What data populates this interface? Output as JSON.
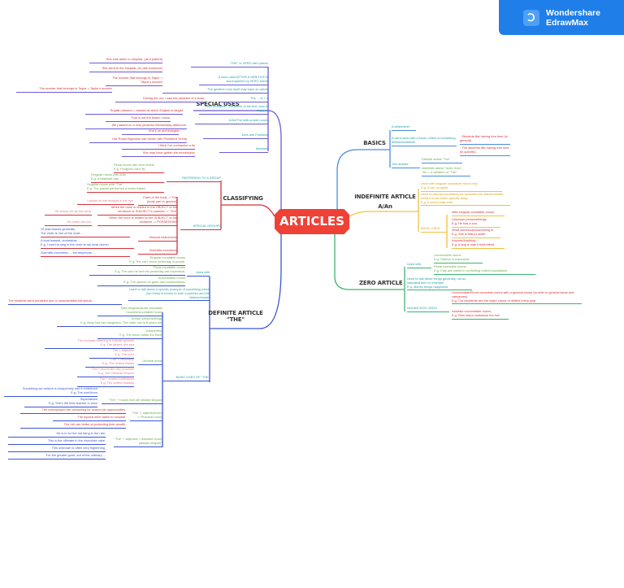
{
  "brand": {
    "line1": "Wondershare",
    "line2": "EdrawMax",
    "icon": "edrawmax-logo"
  },
  "center": "ARTICLES",
  "colors": {
    "center": "#ef4136",
    "special_uses": "#6a5bd6",
    "classifying": "#d8323b",
    "definite": "#3b55d6",
    "basics": "#4a8de0",
    "indefinite": "#f0c040",
    "zero": "#3cb371",
    "topic_text": "#25a3a3"
  },
  "special_uses": {
    "title": "SPECIAL USES",
    "topics": [
      {
        "label": "\"THE\" or ZERO with places",
        "examples": [
          "She was taken to hospital. (as a patient)",
          "She went to the hospital. (to visit someone)"
        ]
      },
      {
        "label": "A noun used AFTER A GENITIVE is accompanied by ZERO article",
        "examples": [
          "The scooter that belongs to Taylor = Taylor's scooter"
        ]
      },
      {
        "label": "The genitive noun itself may have an article",
        "examples": [
          "The scooter that belongs to Taylor = Taylor's scooter"
        ]
      },
      {
        "label": "The ... of + a",
        "examples": [
          "Driving the car, I saw the skeleton of a body."
        ]
      },
      {
        "label": "Noun modifiers: The article of the first noun is dropped",
        "examples": [
          "English classes = classes at which English is taught"
        ]
      },
      {
        "label": "A/An/The with proper nouns",
        "examples": [
          "That is not the Adam I know.",
          "We passed on a very peaceful Wednesday afternoon."
        ]
      },
      {
        "label": "Jobs and Positions",
        "examples": [
          "She's an archeologist",
          "Her Royal Highness had dinner with President Trump"
        ]
      },
      {
        "label": "Illnesses",
        "examples": [
          "I think I've contracted a flu",
          "She may have gotten the monkeypox"
        ]
      }
    ]
  },
  "classifying": {
    "title": "CLASSIFYING",
    "referring": {
      "label": "REFERRING TO A GROUP",
      "examples": [
        "Plural nouns with zero article\nE.g. Penguins can't fly.",
        "Singular nouns with A/An\nE.g. A baseball cuts... ",
        "Singular nouns with \"The\"\nE.g. The pianist performed a lovely ballad."
      ]
    },
    "special": {
      "label": "SPECIAL GROUPS",
      "items": [
        {
          "label": "Parts of the body -> The (body part in general)",
          "example": "I looked at him straight in the eye."
        },
        {
          "label": "When the noun is related to the OBJECT of the sentence or SUBJECT in passive -> \"The\"",
          "example": "He shook me by the hand."
        },
        {
          "label": "When the noun is related to the SUBJECT of the sentence -> POSSESSIVE",
          "example": "He broke his foot."
        },
        {
          "label": "Musical instruments",
          "examples": [
            "Of instruments generally\nThe violin is one of the most ...",
            "A bout bassist, orchestras ...\nE.g. I used to sing in the choir at my local church"
          ]
        },
        {
          "label": "Scientific inventions",
          "example": "Scientific inventions ... the telephone ..."
        }
      ]
    }
  },
  "definite": {
    "title": "DEFINITE ARTICLE",
    "subtitle": "\"THE\"",
    "used_with": {
      "label": "Used with",
      "examples": [
        "Singular countable nouns\nE.g. The car I drove yesterday is purple.",
        "Plural countable nouns\nE.g. The cars he lent me yesterday are expensive.",
        "Uncountable nouns\nE.g. The speech he gave was extraordinary."
      ]
    },
    "specific": {
      "label": "Used to talk about a specific example of something which (we think) is known to both ourselves and the listener/reader",
      "example": "The students were punished due to unacceptable behaviors."
    },
    "basic_uses": {
      "label": "BASIC USES OF \"THE\"",
      "items": [
        "With singular/plural countable nouns/uncountable nouns",
        "Known persons/things\nE.g. Mary has two daughters. The older one is 8 years old.",
        "Uniqueness\nE.g. The Moon orbits the Earth"
      ],
      "general_areas": {
        "label": "General areas",
        "examples": [
          "The contrast referring to natural spheres\nE.g. The desert, the sea",
          "The + adjective\nE.g. The poor",
          "The + nationality\nE.g. The United States",
          "The + nouns like city, province\nE.g. The Ottoman Empire",
          "The + shared institutions\nE.g. The United Nations"
        ]
      },
      "always_singular": {
        "label": "\"The\" + nouns that are always singular",
        "examples": [
          "Something we believe is unique/only one in existence\nE.g. The sun/Moon",
          "Superlatives\nE.g. She's the best teacher in town"
        ]
      },
      "personal": {
        "label": "\"The\" + adjective/verb = Personal nouns",
        "examples": [
          "The unemployed are competing for scarce job opportunities.",
          "The injured were taken to hospital.",
          "The rich are better at protecting their wealth."
        ]
      },
      "abstract": {
        "label": "\"The\" + adjective = Abstract nouns (always singular)",
        "examples": [
          "He is in for the old living in the rain.",
          "This is the ultimate in the chocolate cake.",
          "This unknown is often very frightening.",
          "For the greater good, out of the ordinary ..."
        ]
      }
    }
  },
  "basics": {
    "title": "BASICS",
    "items": [
      {
        "label": "A determiner"
      },
      {
        "label": "A word used with a Noun, refers to something definite/indefinite",
        "examples": [
          "- Students like having free time (in general)",
          "- The students like having free time (in specific)"
        ]
      },
      {
        "label": "Two articles",
        "examples": [
          "Definite article \"The\"",
          "Indefinite article \"A/An, then\"\n\"An = a variation of \"The\""
        ]
      }
    ]
  },
  "indefinite": {
    "title": "INDEFINITE ARTICLE",
    "subtitle": "A/An",
    "items": [
      "Used with singular countable nouns only\nE.g. A cat, an apple",
      "Used to discuss something we assumed the listener/reader doesn't know which specific thing\nE.g. A school was built"
    ],
    "basic_uses": {
      "label": "BASIC USES",
      "examples": [
        "With singular countable nouns",
        "Unknown persons/things\nE.g. He has a son",
        "What somebody/something is\nE.g. She is Mary's sister",
        "Anyone/Anything\nE.g. A dog is man's best friend"
      ]
    }
  },
  "zero": {
    "title": "ZERO ARTICLE",
    "used_with": {
      "label": "Used with",
      "examples": [
        "Uncountable nouns\nE.g. Salmon is expensive",
        "Plural countable nouns\nE.g. Cats are useful in controlling rodent populations"
      ]
    },
    "general": {
      "label": "Used to talk about things generally, not an individual item or example\nE.g. Money brings happiness"
    },
    "nouns": {
      "label": "NOUNS WITH ZERO",
      "examples": [
        "Uncountable/Plural countable nouns with a general sense (to refer to general ideas and categories)\nE.g. Car accidents are the major cause of deaths every year",
        "Abstract uncountable nouns\nE.g. Rain helps moisturize the soil"
      ]
    }
  }
}
